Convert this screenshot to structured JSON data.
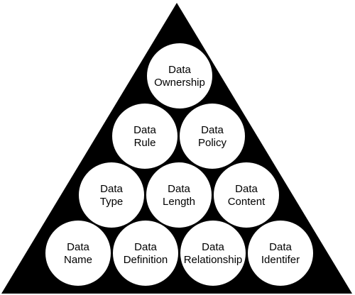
{
  "colors": {
    "pyramid_fill": "#000000",
    "circle_fill": "#ffffff",
    "text": "#000000"
  },
  "circles": [
    {
      "id": "data-ownership",
      "line1": "Data",
      "line2": "Ownership"
    },
    {
      "id": "data-rule",
      "line1": "Data",
      "line2": "Rule"
    },
    {
      "id": "data-policy",
      "line1": "Data",
      "line2": "Policy"
    },
    {
      "id": "data-type",
      "line1": "Data",
      "line2": "Type"
    },
    {
      "id": "data-length",
      "line1": "Data",
      "line2": "Length"
    },
    {
      "id": "data-content",
      "line1": "Data",
      "line2": "Content"
    },
    {
      "id": "data-name",
      "line1": "Data",
      "line2": "Name"
    },
    {
      "id": "data-definition",
      "line1": "Data",
      "line2": "Definition"
    },
    {
      "id": "data-relationship",
      "line1": "Data",
      "line2": "Relationship"
    },
    {
      "id": "data-identifer",
      "line1": "Data",
      "line2": "Identifer"
    }
  ]
}
